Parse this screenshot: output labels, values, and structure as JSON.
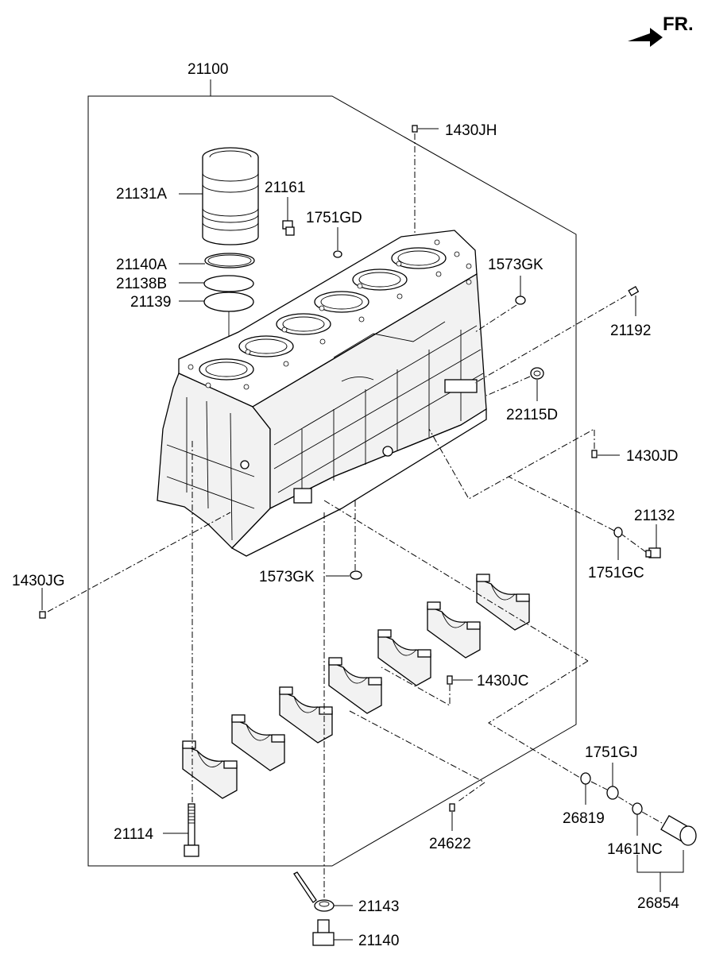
{
  "orientation": {
    "text": "FR."
  },
  "labels": {
    "l21100": "21100",
    "l1430JH": "1430JH",
    "l21131A": "21131A",
    "l21161": "21161",
    "l1751GD": "1751GD",
    "l21140A": "21140A",
    "l21138B": "21138B",
    "l21139": "21139",
    "l1573GK_top": "1573GK",
    "l21192": "21192",
    "l22115D": "22115D",
    "l1430JD": "1430JD",
    "l21132": "21132",
    "l1751GC": "1751GC",
    "l1430JG": "1430JG",
    "l1573GK_bot": "1573GK",
    "l1430JC": "1430JC",
    "l1751GJ": "1751GJ",
    "l26819": "26819",
    "l1461NC": "1461NC",
    "l21114": "21114",
    "l24622": "24622",
    "l26854": "26854",
    "l21143": "21143",
    "l21140": "21140"
  }
}
